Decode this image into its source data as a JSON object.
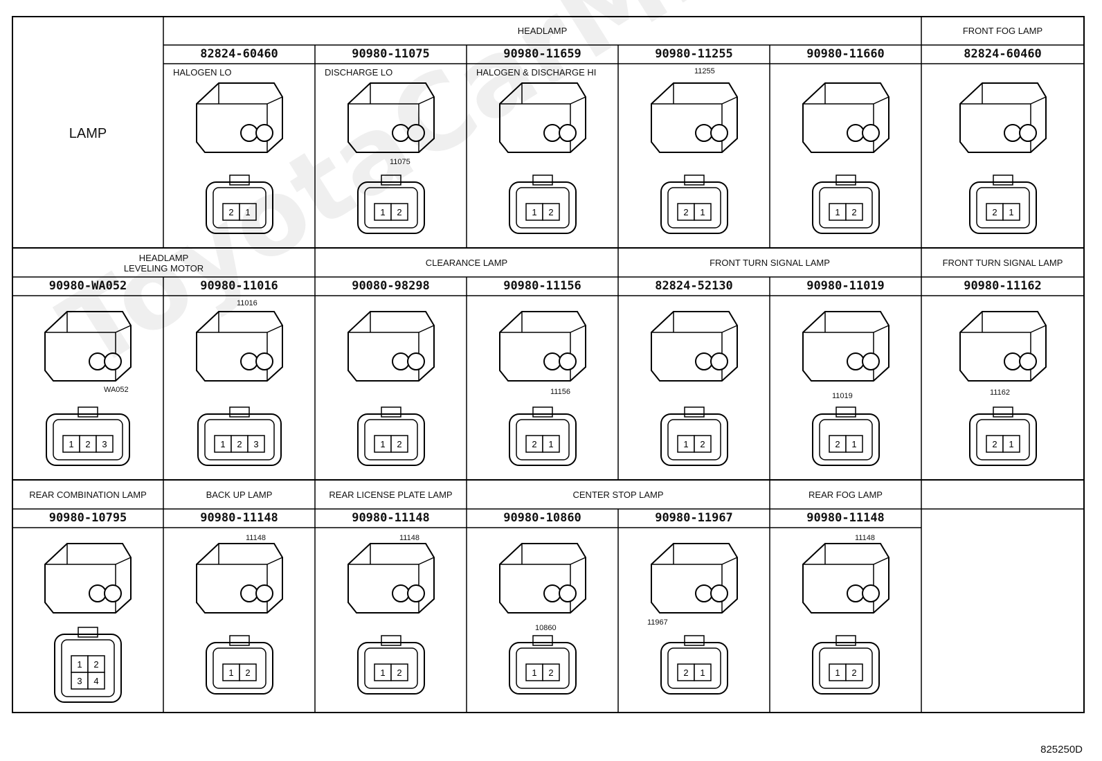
{
  "corner_label": "LAMP",
  "figure_code": "825250D",
  "watermark": "ToyotaCarMine.ru",
  "sections": [
    {
      "label": "HEADLAMP"
    },
    {
      "label": "FRONT FOG LAMP"
    },
    {
      "label": "HEADLAMP\nLEVELING MOTOR"
    },
    {
      "label": "CLEARANCE LAMP"
    },
    {
      "label": "FRONT TURN SIGNAL LAMP"
    },
    {
      "label": "FRONT TURN SIGNAL LAMP"
    },
    {
      "label": "REAR COMBINATION LAMP"
    },
    {
      "label": "BACK UP LAMP"
    },
    {
      "label": "REAR LICENSE PLATE LAMP"
    },
    {
      "label": "CENTER STOP LAMP"
    },
    {
      "label": "REAR FOG LAMP"
    }
  ],
  "part_numbers": [
    "82824-60460",
    "90980-11075",
    "90980-11659",
    "90980-11255",
    "90980-11660",
    "82824-60460",
    "90980-WA052",
    "90980-11016",
    "90080-98298",
    "90980-11156",
    "82824-52130",
    "90980-11019",
    "90980-11162",
    "90980-10795",
    "90980-11148",
    "90980-11148",
    "90980-10860",
    "90980-11967",
    "90980-11148"
  ],
  "sublabels": [
    "HALOGEN LO",
    "DISCHARGE LO",
    "HALOGEN & DISCHARGE HI"
  ],
  "callouts": [
    "11075",
    "11255",
    "WA052",
    "11016",
    "11156",
    "11019",
    "11162",
    "11148",
    "11148",
    "10860",
    "11967",
    "11148"
  ],
  "connectors": [
    {
      "pins": [
        "2",
        "1"
      ]
    },
    {
      "pins": [
        "1",
        "2"
      ]
    },
    {
      "pins": [
        "1",
        "2"
      ]
    },
    {
      "pins": [
        "2",
        "1"
      ]
    },
    {
      "pins": [
        "1",
        "2"
      ]
    },
    {
      "pins": [
        "2",
        "1"
      ]
    },
    {
      "pins": [
        "1",
        "2",
        "3"
      ]
    },
    {
      "pins": [
        "1",
        "2",
        "3"
      ]
    },
    {
      "pins": [
        "1",
        "2"
      ]
    },
    {
      "pins": [
        "2",
        "1"
      ]
    },
    {
      "pins": [
        "1",
        "2"
      ]
    },
    {
      "pins": [
        "2",
        "1"
      ]
    },
    {
      "pins": [
        "2",
        "1"
      ]
    },
    {
      "pins": [
        "1",
        "2",
        "3",
        "4"
      ]
    },
    {
      "pins": [
        "1",
        "2"
      ]
    },
    {
      "pins": [
        "1",
        "2"
      ]
    },
    {
      "pins": [
        "1",
        "2"
      ]
    },
    {
      "pins": [
        "2",
        "1"
      ]
    },
    {
      "pins": [
        "1",
        "2"
      ]
    }
  ]
}
